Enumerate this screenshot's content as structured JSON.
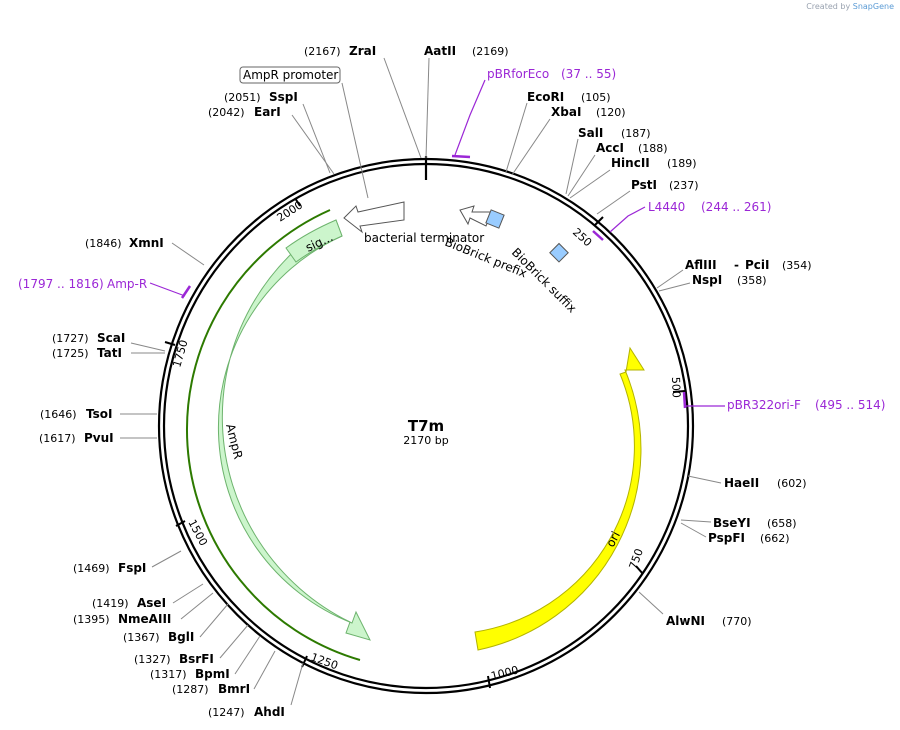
{
  "brand": {
    "created_by": "Created by",
    "app": "SnapGene"
  },
  "plasmid": {
    "name": "T7m",
    "length_label": "2170 bp"
  },
  "ticks": [
    "250",
    "500",
    "750",
    "1000",
    "1250",
    "1500",
    "1750",
    "2000"
  ],
  "enzymes": [
    {
      "name": "ZraI",
      "pos": "(2167)"
    },
    {
      "name": "AatII",
      "pos": "(2169)"
    },
    {
      "name": "SspI",
      "pos": "(2051)"
    },
    {
      "name": "EarI",
      "pos": "(2042)"
    },
    {
      "name": "EcoRI",
      "pos": "(105)"
    },
    {
      "name": "XbaI",
      "pos": "(120)"
    },
    {
      "name": "SalI",
      "pos": "(187)"
    },
    {
      "name": "AccI",
      "pos": "(188)"
    },
    {
      "name": "HincII",
      "pos": "(189)"
    },
    {
      "name": "PstI",
      "pos": "(237)"
    },
    {
      "name": "AflIII",
      "sep": "-",
      "name2": "PciI",
      "pos": "(354)"
    },
    {
      "name": "NspI",
      "pos": "(358)"
    },
    {
      "name": "HaeII",
      "pos": "(602)"
    },
    {
      "name": "BseYI",
      "pos": "(658)"
    },
    {
      "name": "PspFI",
      "pos": "(662)"
    },
    {
      "name": "AlwNI",
      "pos": "(770)"
    },
    {
      "name": "XmnI",
      "pos": "(1846)"
    },
    {
      "name": "ScaI",
      "pos": "(1727)"
    },
    {
      "name": "TatI",
      "pos": "(1725)"
    },
    {
      "name": "TsoI",
      "pos": "(1646)"
    },
    {
      "name": "PvuI",
      "pos": "(1617)"
    },
    {
      "name": "FspI",
      "pos": "(1469)"
    },
    {
      "name": "AseI",
      "pos": "(1419)"
    },
    {
      "name": "NmeAIII",
      "pos": "(1395)"
    },
    {
      "name": "BglI",
      "pos": "(1367)"
    },
    {
      "name": "BsrFI",
      "pos": "(1327)"
    },
    {
      "name": "BpmI",
      "pos": "(1317)"
    },
    {
      "name": "BmrI",
      "pos": "(1287)"
    },
    {
      "name": "AhdI",
      "pos": "(1247)"
    }
  ],
  "primers": [
    {
      "name": "pBRforEco",
      "range": "(37 .. 55)"
    },
    {
      "name": "L4440",
      "range": "(244 .. 261)"
    },
    {
      "name": "pBR322ori-F",
      "range": "(495 .. 514)"
    },
    {
      "name": "Amp-R",
      "range": "(1797 .. 1816)"
    }
  ],
  "features": [
    {
      "name": "AmpR promoter"
    },
    {
      "name": "bacterial terminator"
    },
    {
      "name": "BioBrick prefix"
    },
    {
      "name": "BioBrick suffix"
    },
    {
      "name": "sig..."
    },
    {
      "name": "AmpR"
    },
    {
      "name": "ori"
    }
  ],
  "colors": {
    "ampr_fill": "#ccf5cc",
    "ampr_stroke": "#6db36d",
    "ori_fill": "#ffff00",
    "ori_stroke": "#b3b300",
    "biobrick_fill": "#99ccff",
    "primer": "#9b27d6",
    "highlight": "#2d7a00"
  }
}
